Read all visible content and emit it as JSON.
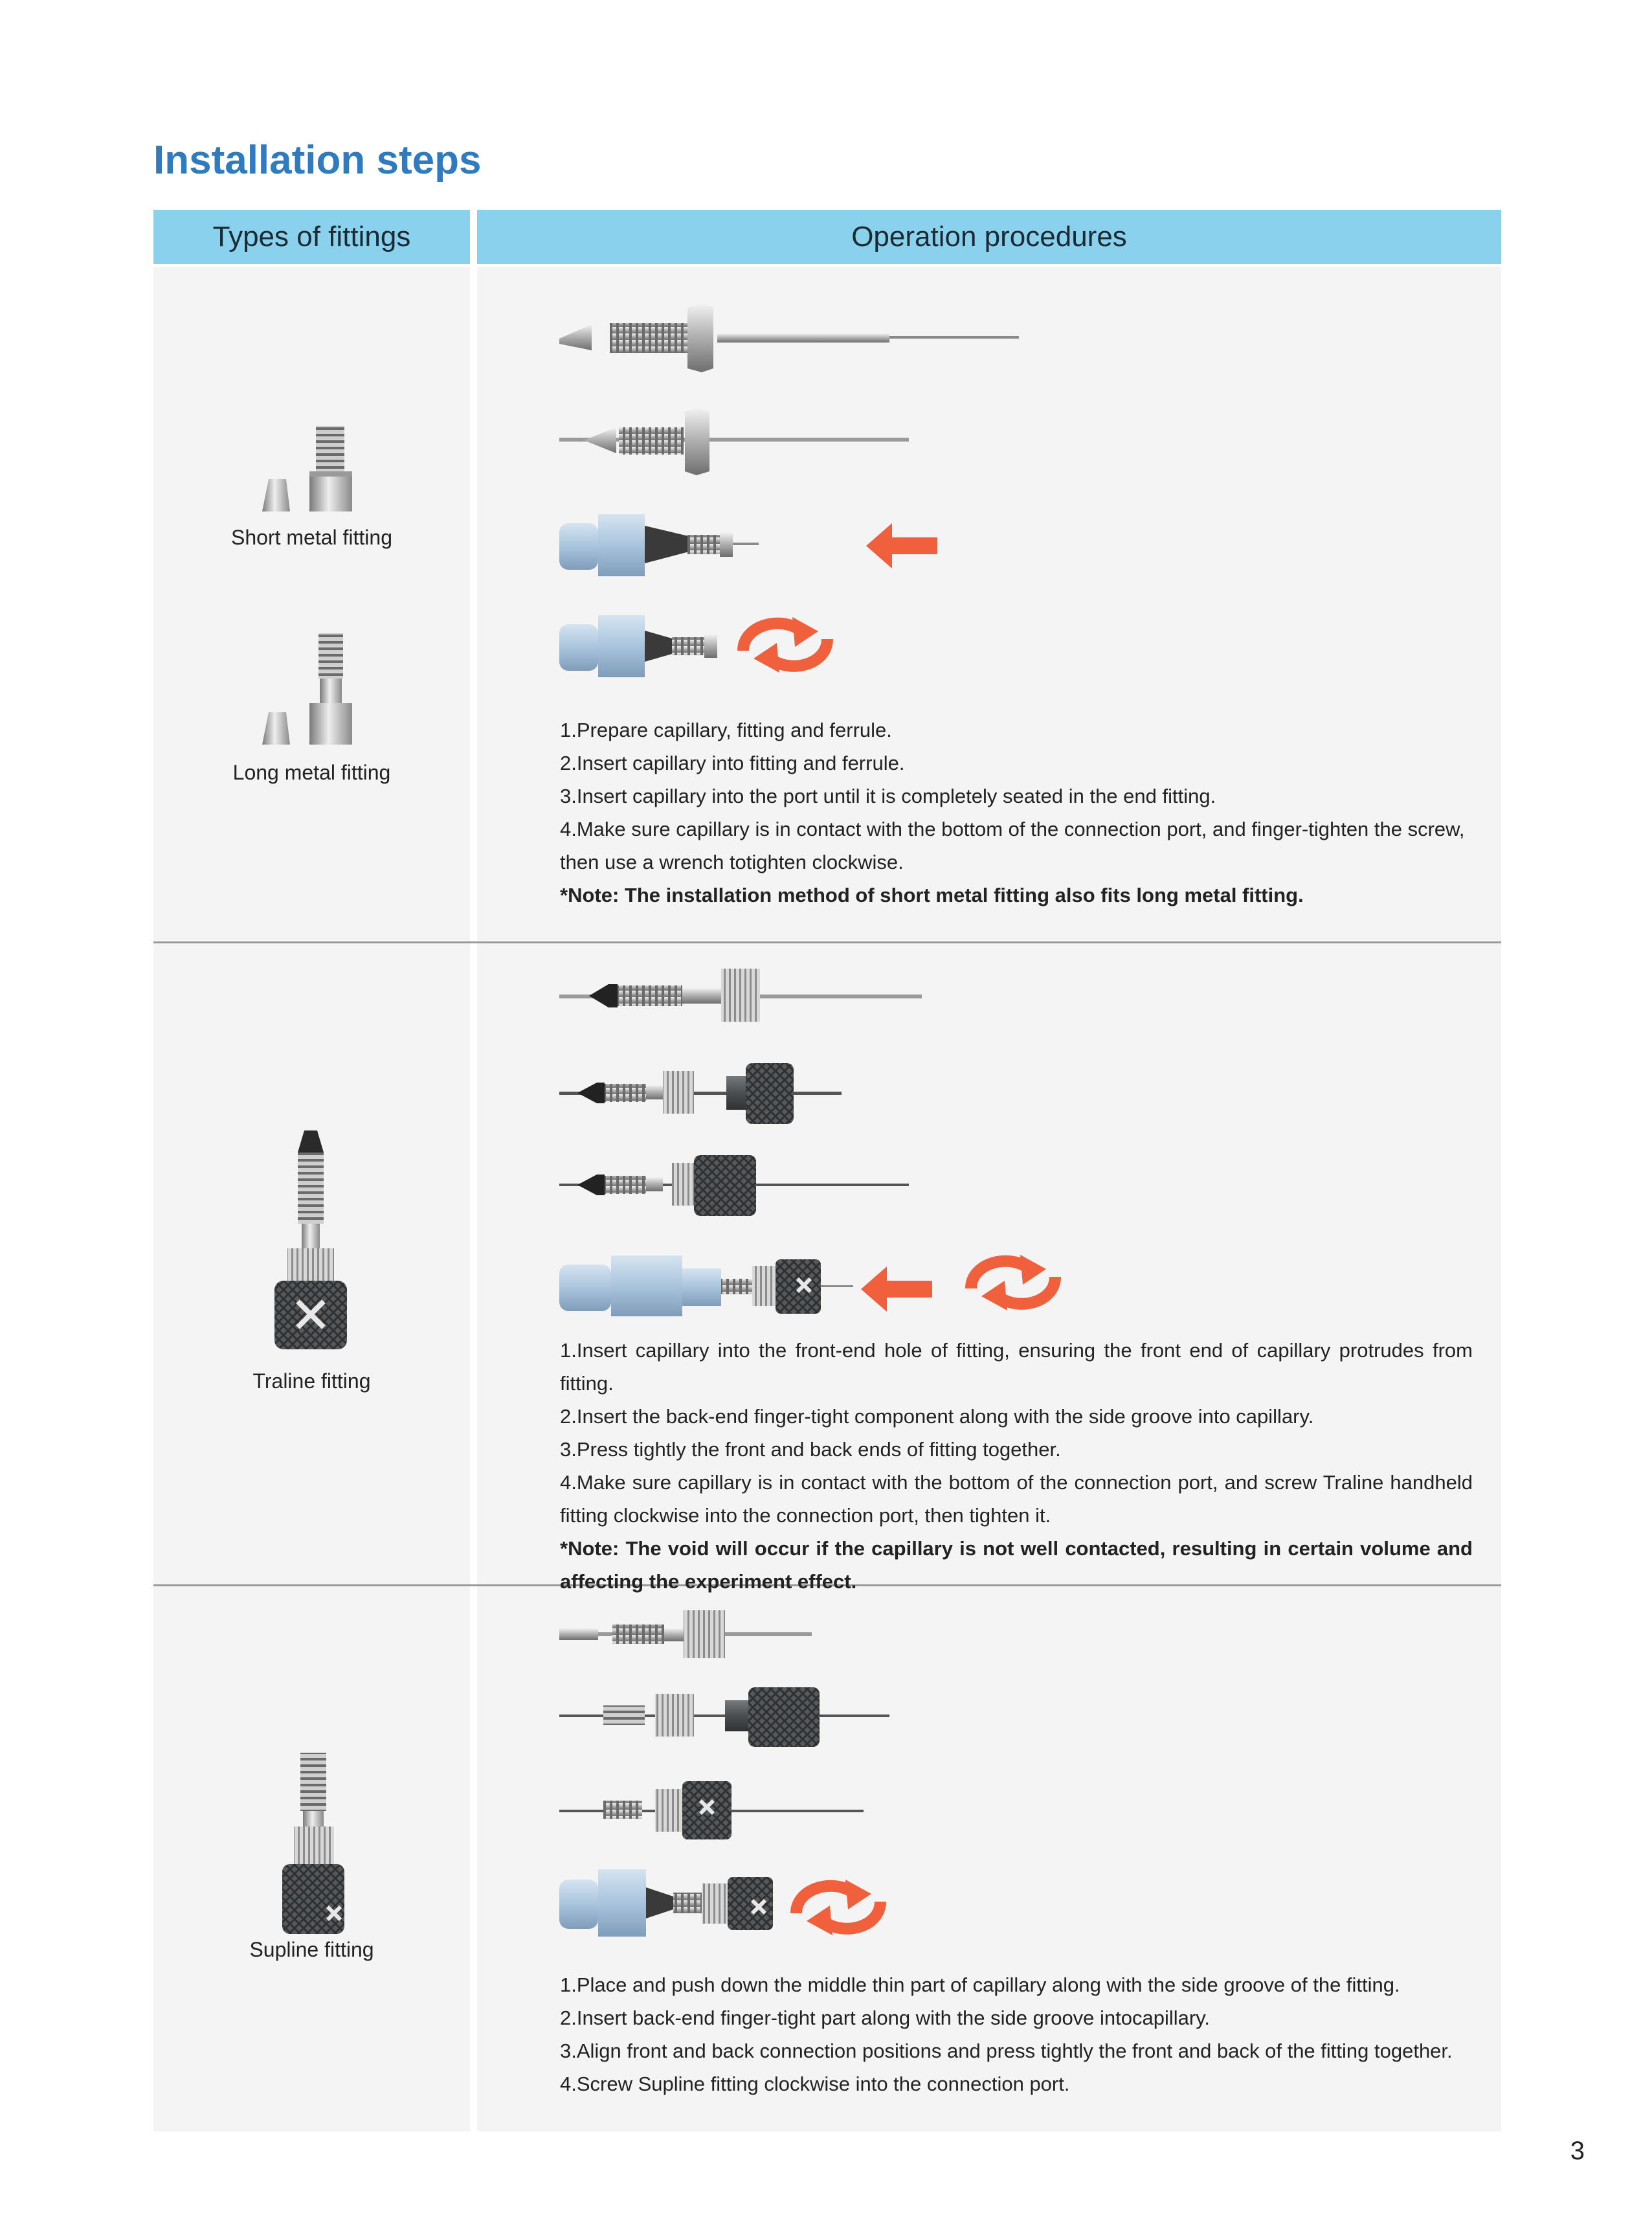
{
  "title": "Installation steps",
  "header": {
    "types_label": "Types of fittings",
    "operation_label": "Operation procedures"
  },
  "colors": {
    "title": "#2e7bbf",
    "header_bg": "#89d1ed",
    "cell_bg": "#f4f4f4",
    "arrow": "#f0603d",
    "port": "#a9c4dd",
    "dark_nut": "#505356"
  },
  "sections": [
    {
      "fittings": [
        "Short metal fitting",
        "Long metal fitting"
      ],
      "steps": [
        "1.Prepare capillary, fitting and ferrule.",
        "2.Insert capillary into fitting and ferrule.",
        "3.Insert capillary into the port until it is completely seated in the end fitting.",
        "4.Make sure capillary is in contact with the bottom of the connection port, and finger-tighten the screw, then use a wrench totighten clockwise."
      ],
      "note": "*Note: The installation method of short metal fitting also fits long metal fitting."
    },
    {
      "fittings": [
        "Traline fitting"
      ],
      "steps": [
        "1.Insert capillary into the front-end hole of fitting, ensuring the front end of capillary protrudes from fitting.",
        "2.Insert the back-end finger-tight component along with the side groove into capillary.",
        "3.Press tightly the front and back ends of fitting together.",
        "4.Make sure capillary is in contact with the bottom of the connection port, and screw Traline handheld fitting clockwise into the connection port, then tighten it."
      ],
      "note": "*Note: The void will occur if the capillary is not well contacted, resulting in certain volume and affecting the experiment effect."
    },
    {
      "fittings": [
        "Supline fitting"
      ],
      "steps": [
        "1.Place and push down the middle thin part of capillary along with the side groove of the fitting.",
        "2.Insert back-end finger-tight part along with the side groove intocapillary.",
        "3.Align front and back connection positions and press tightly the front and back of the fitting together.",
        "4.Screw Supline fitting clockwise into the connection port."
      ],
      "note": ""
    }
  ],
  "icons": {
    "push": "arrow-left-icon",
    "rotate": "rotate-clockwise-icon"
  },
  "page_number": "3"
}
